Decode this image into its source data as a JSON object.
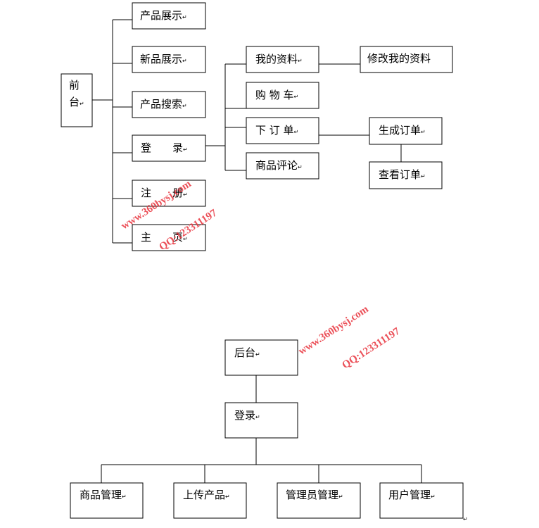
{
  "front": {
    "root": "前台",
    "level1": [
      "产品展示",
      "新品展示",
      "产品搜索",
      "登　　录",
      "注　　册",
      "主　　页"
    ],
    "login_children": [
      "我的资料",
      "购 物 车",
      "下 订 单",
      "商品评论"
    ],
    "profile_child": "修改我的资料",
    "order_children": [
      "生成订单",
      "查看订单"
    ]
  },
  "back": {
    "root": "后台",
    "login": "登录",
    "children": [
      "商品管理",
      "上传产品",
      "管理员管理",
      "用户管理"
    ]
  },
  "paragraph_mark": "↵",
  "watermarks": [
    "www.360bysj.com",
    "QQ:123311197"
  ]
}
